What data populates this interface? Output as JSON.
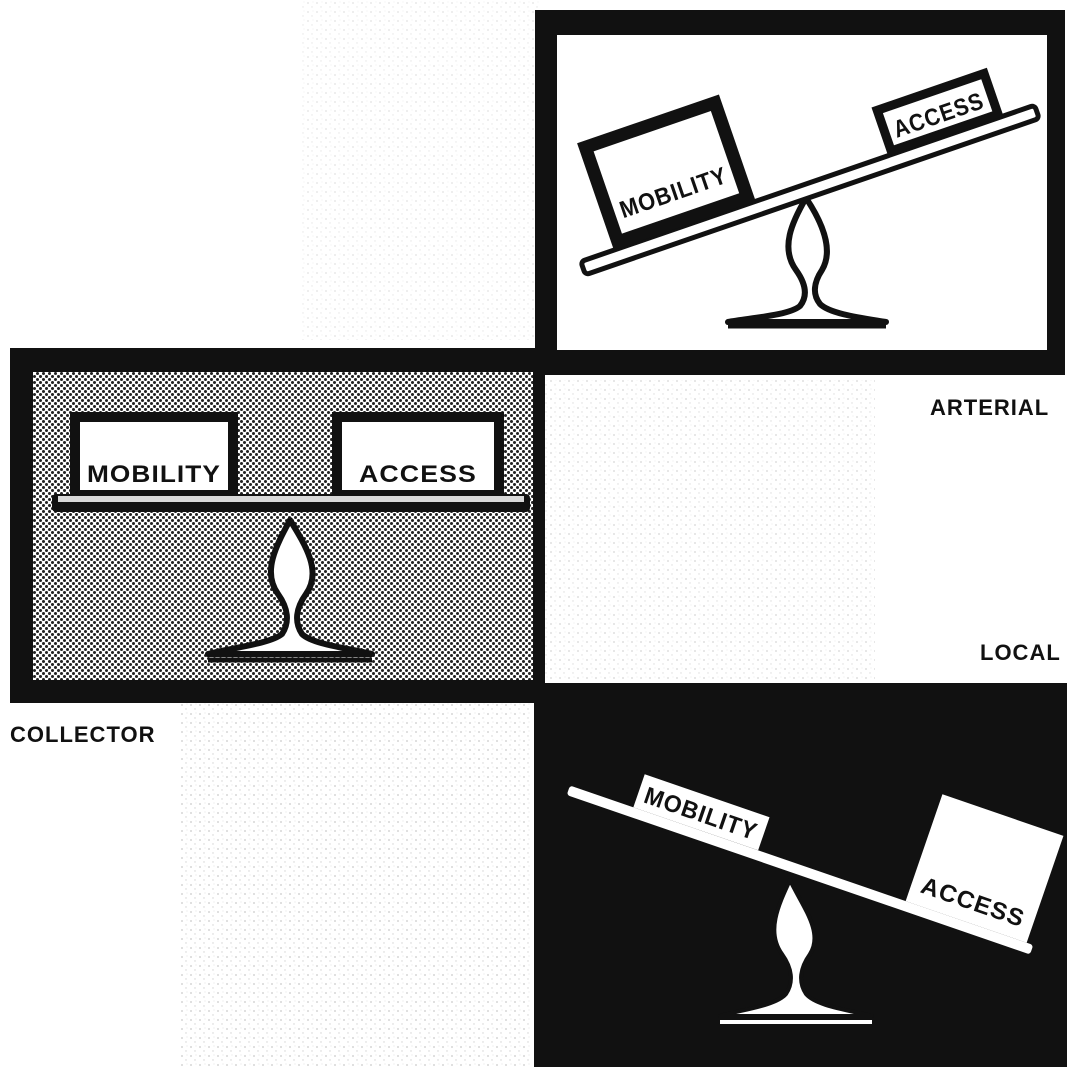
{
  "labels": {
    "arterial": "ARTERIAL",
    "local": "LOCAL",
    "collector": "COLLECTOR"
  },
  "arterial_panel": {
    "heavy_box": "MOBILITY",
    "light_box": "ACCESS"
  },
  "collector_panel": {
    "left_box": "MOBILITY",
    "right_box": "ACCESS"
  },
  "local_panel": {
    "light_box": "MOBILITY",
    "heavy_box": "ACCESS"
  },
  "colors": {
    "ink": "#111111",
    "paper": "#ffffff",
    "halftone": "#9a9a9a"
  }
}
